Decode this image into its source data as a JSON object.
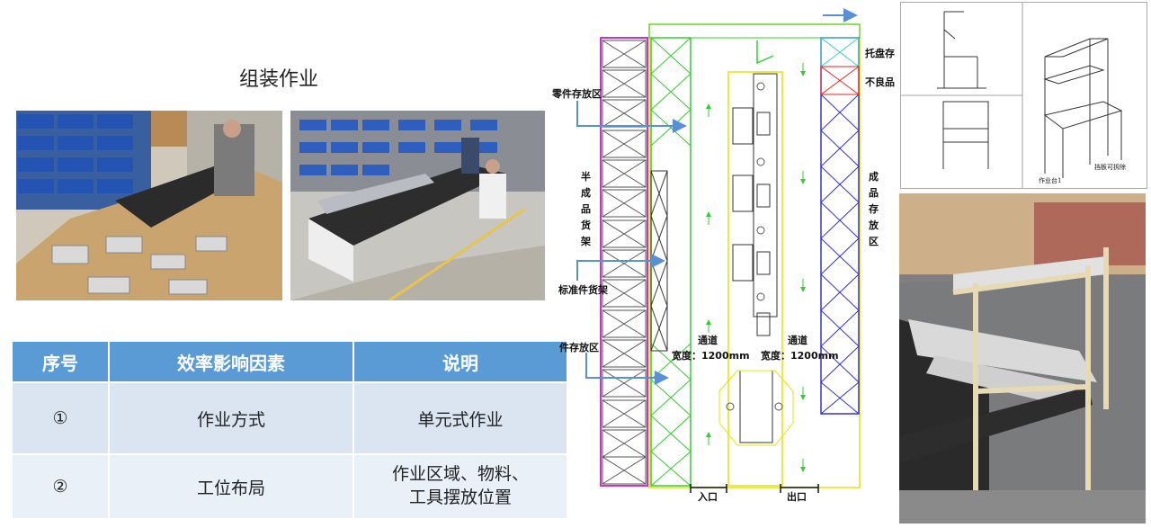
{
  "title": "组装作业",
  "table": {
    "headers": [
      "序号",
      "效率影响因素",
      "说明"
    ],
    "rows": [
      {
        "no": "①",
        "factor": "作业方式",
        "desc": "单元式作业"
      },
      {
        "no": "②",
        "factor": "工位布局",
        "desc_line1": "作业区域、物料、",
        "desc_line2": "工具摆放位置"
      }
    ]
  },
  "layout_plan": {
    "tray_storage": "托盘存",
    "defective": "不良品",
    "parts_storage": "零件存放区",
    "parts_storage_2": "件存放区",
    "semi_finished_rack": [
      "半",
      "成",
      "品",
      "货",
      "架"
    ],
    "standard_parts_rack": "标准件货架",
    "finished_storage": [
      "成",
      "品",
      "存",
      "放",
      "区"
    ],
    "aisle_left": {
      "name": "通道",
      "width": "宽度：1200mm"
    },
    "aisle_right": {
      "name": "通道",
      "width": "宽度：1200mm"
    },
    "entrance": "入口",
    "exit": "出口"
  },
  "drawing": {
    "caption": "作业台1",
    "note": "挡板可拆除"
  },
  "colors": {
    "header_blue": "#5b9bd5",
    "row_light": "#dbe5f1",
    "green": "#33cc33",
    "magenta": "#cc33cc",
    "blue": "#3333cc",
    "yellow": "#e6e600",
    "arrow_blue": "#5b8fd5"
  }
}
